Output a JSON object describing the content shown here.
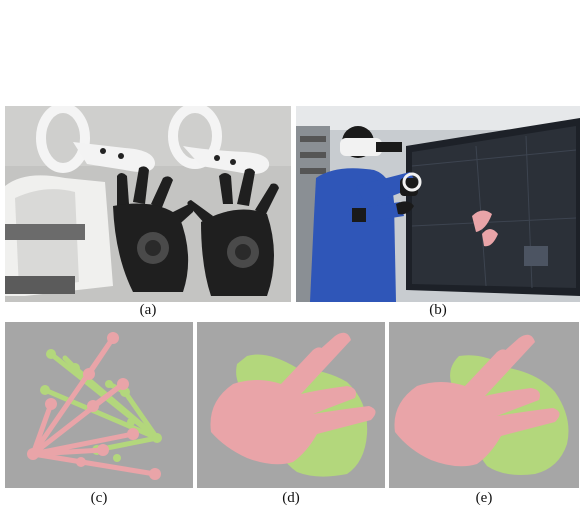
{
  "figure": {
    "panels": [
      {
        "id": "a",
        "caption": "(a)"
      },
      {
        "id": "b",
        "caption": "(b)"
      },
      {
        "id": "c",
        "caption": "(c)"
      },
      {
        "id": "d",
        "caption": "(d)"
      },
      {
        "id": "e",
        "caption": "(e)"
      }
    ]
  },
  "colors": {
    "background_gray": "#a6a6a6",
    "hand_pink": "#e9a4a8",
    "hand_green": "#b3d77c",
    "user_shirt_blue": "#2f56b8",
    "screen_dark": "#1d2128"
  }
}
